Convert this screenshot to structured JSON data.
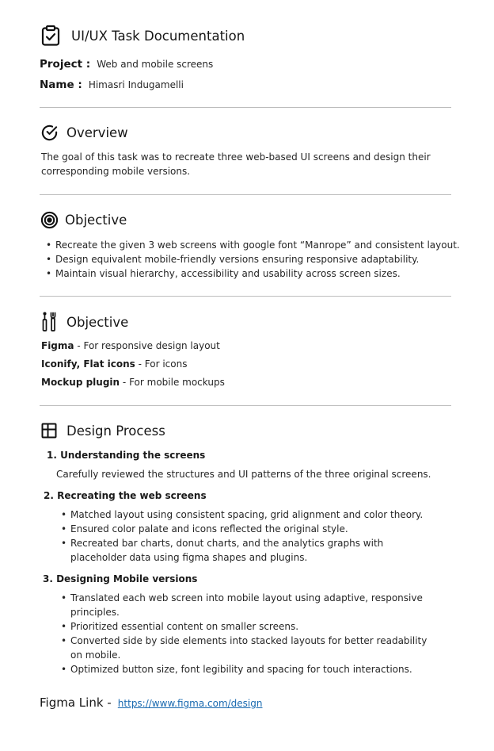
{
  "header": {
    "icon": "clipboard-check-icon",
    "title": "UI/UX Task Documentation",
    "project_label": "Project :",
    "project_value": "Web and mobile screens",
    "name_label": "Name :",
    "name_value": "Himasri Indugamelli"
  },
  "overview": {
    "icon": "check-circle-icon",
    "title": "Overview",
    "text": "The goal of this task was to recreate three web-based UI screens and design their corresponding mobile versions."
  },
  "objective": {
    "icon": "target-icon",
    "title": "Objective",
    "items": [
      "Recreate the given 3 web screens with google font “Manrope” and consistent layout.",
      "Design equivalent mobile-friendly versions ensuring responsive adaptability.",
      "Maintain visual hierarchy, accessibility and usability across screen sizes."
    ]
  },
  "tools": {
    "icon": "tools-icon",
    "title": "Objective",
    "items": [
      {
        "name": "Figma",
        "sep": " - ",
        "desc": "For responsive design layout"
      },
      {
        "name": "Iconify, Flat icons",
        "sep": " - ",
        "desc": "For icons"
      },
      {
        "name": "Mockup plugin",
        "sep": " - ",
        "desc": "For mobile mockups"
      }
    ]
  },
  "process": {
    "icon": "layout-icon",
    "title": "Design Process",
    "steps": [
      {
        "title": "1. Understanding the screens",
        "text": "Carefully reviewed the structures and UI patterns of the three original screens."
      },
      {
        "title": "2. Recreating the web screens",
        "items": [
          "Matched layout using consistent spacing, grid alignment and color theory.",
          "Ensured color palate and icons reflected the original style.",
          "Recreated bar charts, donut charts, and the analytics graphs with placeholder data using figma shapes and plugins."
        ]
      },
      {
        "title": "3. Designing Mobile versions",
        "items": [
          "Translated each web screen into mobile layout using adaptive, responsive principles.",
          "Prioritized essential content on smaller screens.",
          "Converted side by side elements into stacked layouts for better readability on mobile.",
          "Optimized button size, font legibility and spacing for touch interactions."
        ]
      }
    ]
  },
  "figma": {
    "label": "Figma Link -",
    "url": "https://www.figma.com/design"
  }
}
